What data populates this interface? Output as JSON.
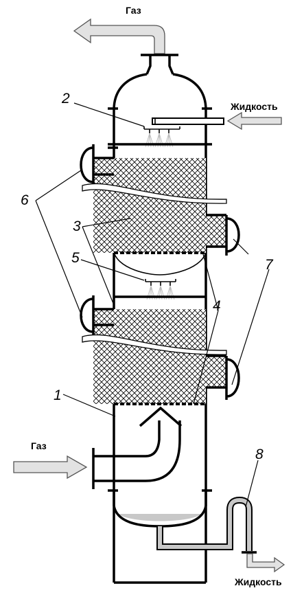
{
  "labels": {
    "gas_out": "Газ",
    "liquid_in": "Жидкость",
    "gas_in": "Газ",
    "liquid_out": "Жидкость"
  },
  "numbers": {
    "n1": "1",
    "n2": "2",
    "n3": "3",
    "n4": "4",
    "n5": "5",
    "n6": "6",
    "n7": "7",
    "n8": "8"
  },
  "colors": {
    "line": "#000000",
    "arrow_fill": "#e2e2e2",
    "liquid_pool": "#c8c8c8",
    "packing_hatch": "#000000"
  }
}
